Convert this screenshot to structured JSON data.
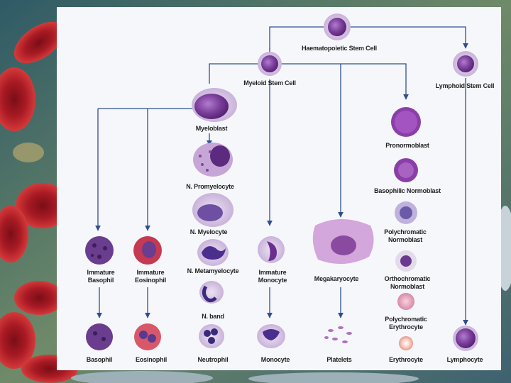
{
  "colors": {
    "line": "#2f4f8f",
    "cell_violet": "#7a3f9a",
    "cell_light": "#d9c9e6",
    "panel": "#f6f7fb",
    "rbc_red": "#b3202a"
  },
  "cells": {
    "hsc": "Haematopoietic Stem Cell",
    "myeloid": "Myeloid Stem Cell",
    "lymphoid": "Lymphoid Stem Cell",
    "myeloblast": "Myeloblast",
    "promyelocyte": "N. Promyelocyte",
    "myelocyte": "N. Myelocyte",
    "metamyelocyte": "N. Metamyelocyte",
    "band": "N. band",
    "neutrophil": "Neutrophil",
    "imm_basophil": [
      "Immature",
      "Basophil"
    ],
    "imm_eosinophil": [
      "Immature",
      "Eosinophil"
    ],
    "basophil": "Basophil",
    "eosinophil": "Eosinophil",
    "imm_monocyte": [
      "Immature",
      "Monocyte"
    ],
    "monocyte": "Monocyte",
    "megakaryocyte": "Megakaryocyte",
    "platelets": "Platelets",
    "pronormoblast": "Pronormoblast",
    "basophilic_normoblast": "Basophilic Normoblast",
    "polychromatic_normoblast": [
      "Polychromatic",
      "Normoblast"
    ],
    "orthochromatic_normoblast": [
      "Orthochromatic",
      "Normoblast"
    ],
    "polychromatic_erythrocyte": [
      "Polychromatic",
      "Erythrocyte"
    ],
    "erythrocyte": "Erythrocyte",
    "lymphocyte": "Lymphocyte"
  }
}
